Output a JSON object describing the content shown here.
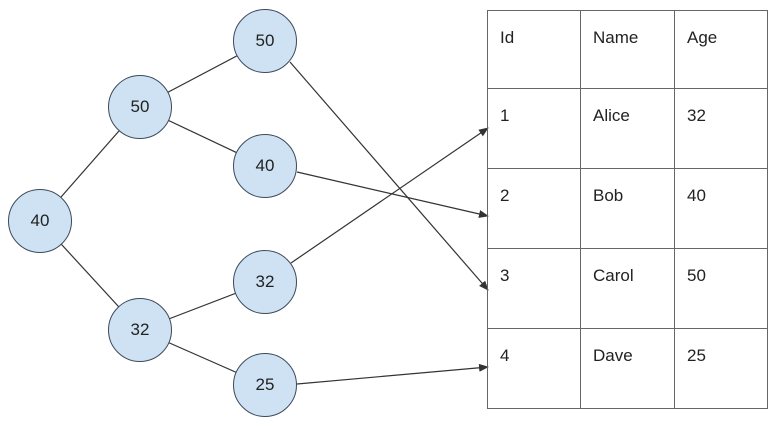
{
  "colors": {
    "node_fill": "#cfe2f3",
    "node_stroke": "#3c4a5a",
    "edge": "#333333",
    "table_border": "#666666"
  },
  "tree": {
    "nodes": [
      {
        "id": "root",
        "label": "40"
      },
      {
        "id": "left",
        "label": "50"
      },
      {
        "id": "left-left",
        "label": "50"
      },
      {
        "id": "left-right",
        "label": "40"
      },
      {
        "id": "right",
        "label": "32"
      },
      {
        "id": "right-left",
        "label": "32"
      },
      {
        "id": "right-right",
        "label": "25"
      }
    ],
    "edges": [
      {
        "from": "root",
        "to": "left"
      },
      {
        "from": "root",
        "to": "right"
      },
      {
        "from": "left",
        "to": "left-left"
      },
      {
        "from": "left",
        "to": "left-right"
      },
      {
        "from": "right",
        "to": "right-left"
      },
      {
        "from": "right",
        "to": "right-right"
      }
    ],
    "pointers": [
      {
        "from": "left-left",
        "to_row": "3"
      },
      {
        "from": "left-right",
        "to_row": "2"
      },
      {
        "from": "right-left",
        "to_row": "1"
      },
      {
        "from": "right-right",
        "to_row": "4"
      }
    ]
  },
  "table": {
    "headers": [
      "Id",
      "Name",
      "Age"
    ],
    "rows": [
      [
        "1",
        "Alice",
        "32"
      ],
      [
        "2",
        "Bob",
        "40"
      ],
      [
        "3",
        "Carol",
        "50"
      ],
      [
        "4",
        "Dave",
        "25"
      ]
    ]
  }
}
